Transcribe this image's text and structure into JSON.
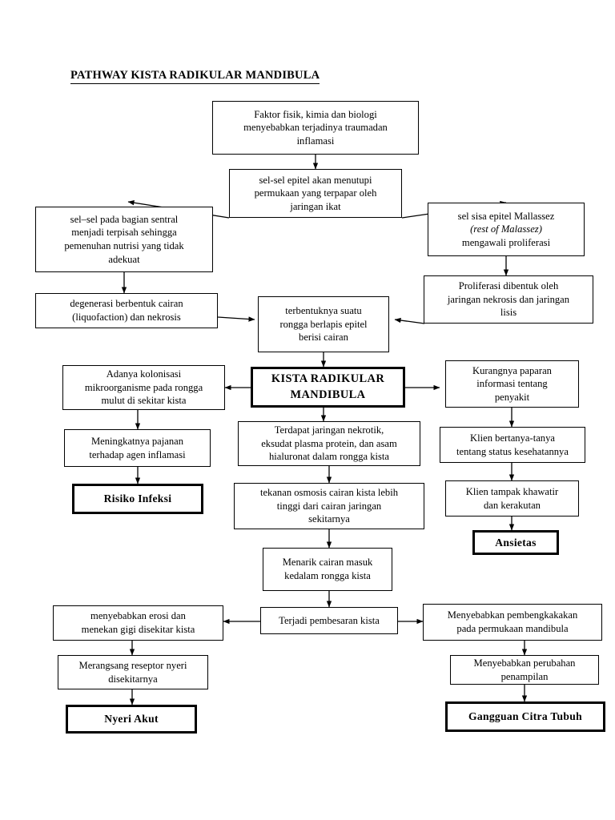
{
  "page": {
    "title": "PATHWAY KISTA RADIKULAR MANDIBULA",
    "background": "#ffffff",
    "line_color": "#000000"
  },
  "diagram": {
    "type": "flowchart",
    "orientation": "top-down",
    "nodes": [
      {
        "id": "n1",
        "label": "Faktor fisik, kimia dan biologi menyebabkan terjadinya traumadan inflamasi",
        "lines": [
          "Faktor fisik, kimia dan biologi",
          "menyebabkan terjadinya traumadan",
          "inflamasi"
        ],
        "style": "plain"
      },
      {
        "id": "n2",
        "label": "sel-sel epitel akan menutupi permukaan yang terpapar oleh jaringan ikat",
        "lines": [
          "sel-sel epitel akan menutupi",
          "permukaan yang terpapar oleh",
          "jaringan ikat"
        ],
        "style": "plain"
      },
      {
        "id": "n3",
        "label": "sel–sel pada bagian sentral menjadi terpisah sehingga pemenuhan nutrisi yang tidak adekuat",
        "lines": [
          "sel–sel pada bagian sentral",
          "menjadi terpisah sehingga",
          "pemenuhan nutrisi yang tidak",
          "adekuat"
        ],
        "style": "plain"
      },
      {
        "id": "n4",
        "label": "sel sisa epitel Mallassez (rest of Malassez) mengawali proliferasi",
        "lines": [
          "sel sisa epitel Mallassez",
          "(rest of Malassez)",
          "mengawali proliferasi"
        ],
        "italic_line": 1,
        "style": "plain"
      },
      {
        "id": "n5",
        "label": "Proliferasi dibentuk oleh jaringan nekrosis dan jaringan lisis",
        "lines": [
          "Proliferasi dibentuk oleh",
          "jaringan nekrosis dan jaringan",
          "lisis"
        ],
        "style": "plain"
      },
      {
        "id": "n6",
        "label": "degenerasi berbentuk cairan (liquofaction) dan nekrosis",
        "lines": [
          "degenerasi berbentuk cairan",
          "(liquofaction) dan nekrosis"
        ],
        "style": "plain"
      },
      {
        "id": "n7",
        "label": "terbentuknya suatu rongga berlapis epitel berisi cairan",
        "lines": [
          "terbentuknya suatu",
          "rongga berlapis epitel",
          "berisi cairan"
        ],
        "style": "plain"
      },
      {
        "id": "n8",
        "label": "KISTA RADIKULAR MANDIBULA",
        "lines": [
          "KISTA RADIKULAR",
          "MANDIBULA"
        ],
        "style": "central"
      },
      {
        "id": "n9",
        "label": "Adanya kolonisasi mikroorganisme pada rongga mulut di sekitar kista",
        "lines": [
          "Adanya kolonisasi",
          "mikroorganisme pada rongga",
          "mulut di sekitar kista"
        ],
        "style": "plain"
      },
      {
        "id": "n10",
        "label": "Meningkatnya pajanan terhadap agen inflamasi",
        "lines": [
          "Meningkatnya pajanan",
          "terhadap agen inflamasi"
        ],
        "style": "plain"
      },
      {
        "id": "n11",
        "label": "Risiko Infeksi",
        "lines": [
          "Risiko Infeksi"
        ],
        "style": "outcome"
      },
      {
        "id": "n12",
        "label": "Kurangnya paparan informasi tentang penyakit",
        "lines": [
          "Kurangnya paparan",
          "informasi tentang",
          "penyakit"
        ],
        "style": "plain"
      },
      {
        "id": "n13",
        "label": "Klien bertanya-tanya tentang status kesehatannya",
        "lines": [
          "Klien bertanya-tanya",
          "tentang status kesehatannya"
        ],
        "style": "plain"
      },
      {
        "id": "n14",
        "label": "Klien tampak khawatir dan kerakutan",
        "lines": [
          "Klien tampak khawatir",
          "dan kerakutan"
        ],
        "style": "plain"
      },
      {
        "id": "n15",
        "label": "Ansietas",
        "lines": [
          "Ansietas"
        ],
        "style": "outcome"
      },
      {
        "id": "n16",
        "label": "Terdapat jaringan nekrotik, eksudat plasma protein, dan asam hialuronat dalam rongga kista",
        "lines": [
          "Terdapat jaringan nekrotik,",
          "eksudat plasma protein, dan asam",
          "hialuronat dalam rongga kista"
        ],
        "style": "plain"
      },
      {
        "id": "n17",
        "label": "tekanan osmosis cairan kista lebih tinggi dari cairan jaringan sekitarnya",
        "lines": [
          "tekanan osmosis cairan kista lebih",
          "tinggi dari cairan jaringan",
          "sekitarnya"
        ],
        "style": "plain"
      },
      {
        "id": "n18",
        "label": "Menarik cairan masuk kedalam rongga kista",
        "lines": [
          "Menarik cairan masuk",
          "kedalam rongga kista"
        ],
        "style": "plain"
      },
      {
        "id": "n19",
        "label": "Terjadi pembesaran kista",
        "lines": [
          "Terjadi pembesaran kista"
        ],
        "style": "plain"
      },
      {
        "id": "n20",
        "label": "menyebabkan erosi dan menekan gigi  disekitar kista",
        "lines": [
          "menyebabkan erosi dan",
          "menekan gigi  disekitar kista"
        ],
        "style": "plain"
      },
      {
        "id": "n21",
        "label": "Merangsang reseptor nyeri disekitarnya",
        "lines": [
          "Merangsang reseptor nyeri",
          "disekitarnya"
        ],
        "style": "plain"
      },
      {
        "id": "n22",
        "label": "Nyeri Akut",
        "lines": [
          "Nyeri Akut"
        ],
        "style": "outcome"
      },
      {
        "id": "n23",
        "label": "Menyebabkan pembengkakakan pada permukaan mandibula",
        "lines": [
          "Menyebabkan pembengkakakan",
          "pada permukaan mandibula"
        ],
        "style": "plain"
      },
      {
        "id": "n24",
        "label": "Menyebabkan perubahan penampilan",
        "lines": [
          "Menyebabkan perubahan",
          "penampilan"
        ],
        "style": "plain"
      },
      {
        "id": "n25",
        "label": "Gangguan Citra Tubuh",
        "lines": [
          "Gangguan Citra Tubuh"
        ],
        "style": "outcome"
      }
    ],
    "edges": [
      {
        "from": "n1",
        "to": "n2"
      },
      {
        "from": "n2",
        "to": "n3"
      },
      {
        "from": "n2",
        "to": "n4"
      },
      {
        "from": "n3",
        "to": "n6"
      },
      {
        "from": "n4",
        "to": "n5"
      },
      {
        "from": "n5",
        "to": "n7"
      },
      {
        "from": "n6",
        "to": "n7"
      },
      {
        "from": "n7",
        "to": "n8"
      },
      {
        "from": "n8",
        "to": "n9"
      },
      {
        "from": "n8",
        "to": "n12"
      },
      {
        "from": "n8",
        "to": "n16"
      },
      {
        "from": "n9",
        "to": "n10"
      },
      {
        "from": "n10",
        "to": "n11"
      },
      {
        "from": "n12",
        "to": "n13"
      },
      {
        "from": "n13",
        "to": "n14"
      },
      {
        "from": "n14",
        "to": "n15"
      },
      {
        "from": "n16",
        "to": "n17"
      },
      {
        "from": "n17",
        "to": "n18"
      },
      {
        "from": "n18",
        "to": "n19"
      },
      {
        "from": "n19",
        "to": "n20"
      },
      {
        "from": "n19",
        "to": "n23"
      },
      {
        "from": "n20",
        "to": "n21"
      },
      {
        "from": "n21",
        "to": "n22"
      },
      {
        "from": "n23",
        "to": "n24"
      },
      {
        "from": "n24",
        "to": "n25"
      }
    ]
  }
}
